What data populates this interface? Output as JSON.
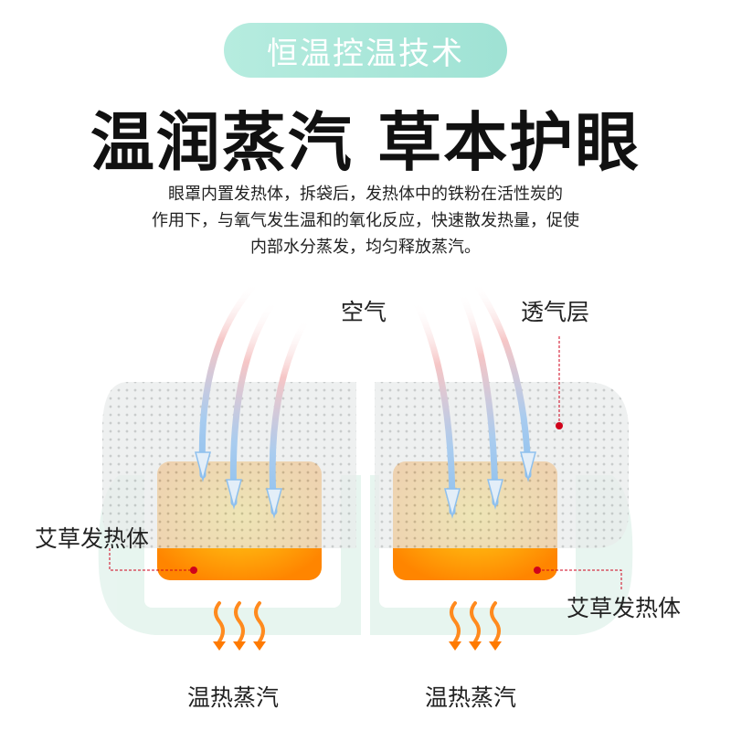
{
  "badge": "恒温控温技术",
  "title": "温润蒸汽 草本护眼",
  "description": [
    "眼罩内置发热体，拆袋后，发热体中的铁粉在活性炭的",
    "作用下，与氧气发生温和的氧化反应，快速散发热量，促使",
    "内部水分蒸发，均匀释放蒸汽。"
  ],
  "labels": {
    "air": "空气",
    "breathable_layer": "透气层",
    "heater_left": "艾草发热体",
    "heater_right": "艾草发热体",
    "steam_left": "温热蒸汽",
    "steam_right": "温热蒸汽"
  },
  "colors": {
    "accent": "#a8e6d8",
    "heater": "#ff8a00",
    "marker": "#d0021b"
  }
}
